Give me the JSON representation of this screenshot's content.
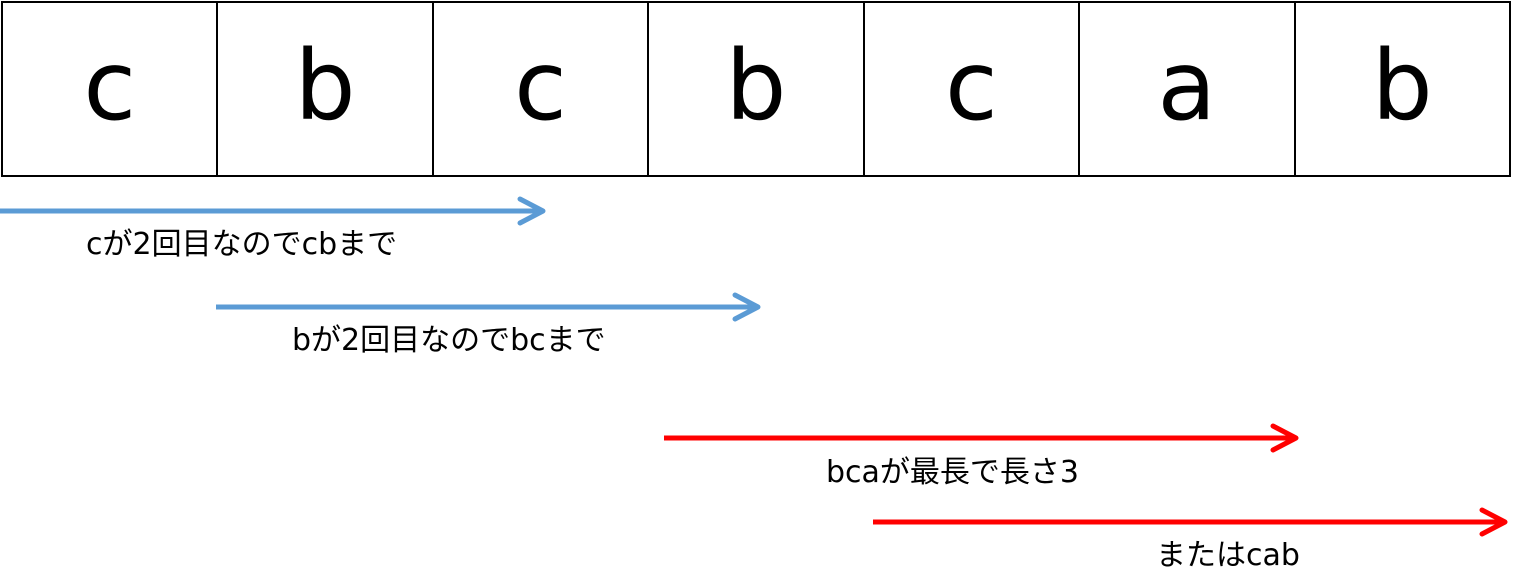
{
  "cells": [
    "c",
    "b",
    "c",
    "b",
    "c",
    "a",
    "b"
  ],
  "arrows": [
    {
      "label": "cが2回目なのでcbまで",
      "color": "#5b9bd5"
    },
    {
      "label": "bが2回目なのでbcまで",
      "color": "#5b9bd5"
    },
    {
      "label": "bcaが最長で長さ3",
      "color": "#ff0000"
    },
    {
      "label": "またはcab",
      "color": "#ff0000"
    }
  ]
}
